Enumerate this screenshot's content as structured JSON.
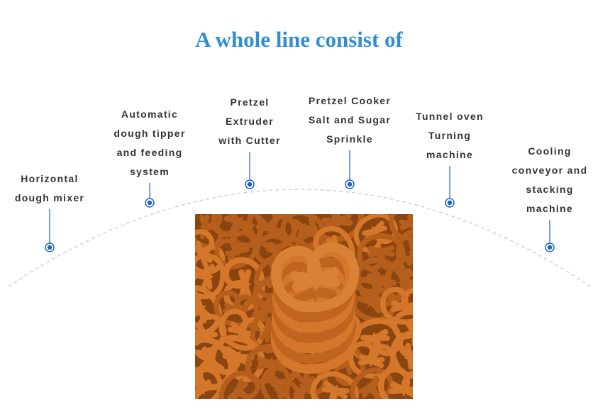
{
  "title": "A whole line consist of",
  "steps": [
    {
      "lines": [
        "Horizontal",
        "dough mixer"
      ]
    },
    {
      "lines": [
        "Automatic",
        "dough tipper",
        "and feeding",
        "system"
      ]
    },
    {
      "lines": [
        "Pretzel",
        "Extruder",
        "with Cutter"
      ]
    },
    {
      "lines": [
        "Pretzel Cooker",
        "Salt and Sugar",
        "Sprinkle"
      ]
    },
    {
      "lines": [
        "Tunnel oven",
        "Turning",
        "machine"
      ]
    },
    {
      "lines": [
        "Cooling",
        "conveyor and",
        "stacking",
        "machine"
      ]
    }
  ],
  "photo": {
    "subject": "pretzels",
    "colors": {
      "base": "#8a4510",
      "highlight": "#d4772a",
      "shadow": "#4a1f05"
    }
  },
  "colors": {
    "title": "#2f8fd0",
    "node": "#1e64c8",
    "arc": "#c8d4e0",
    "label": "#333333"
  }
}
